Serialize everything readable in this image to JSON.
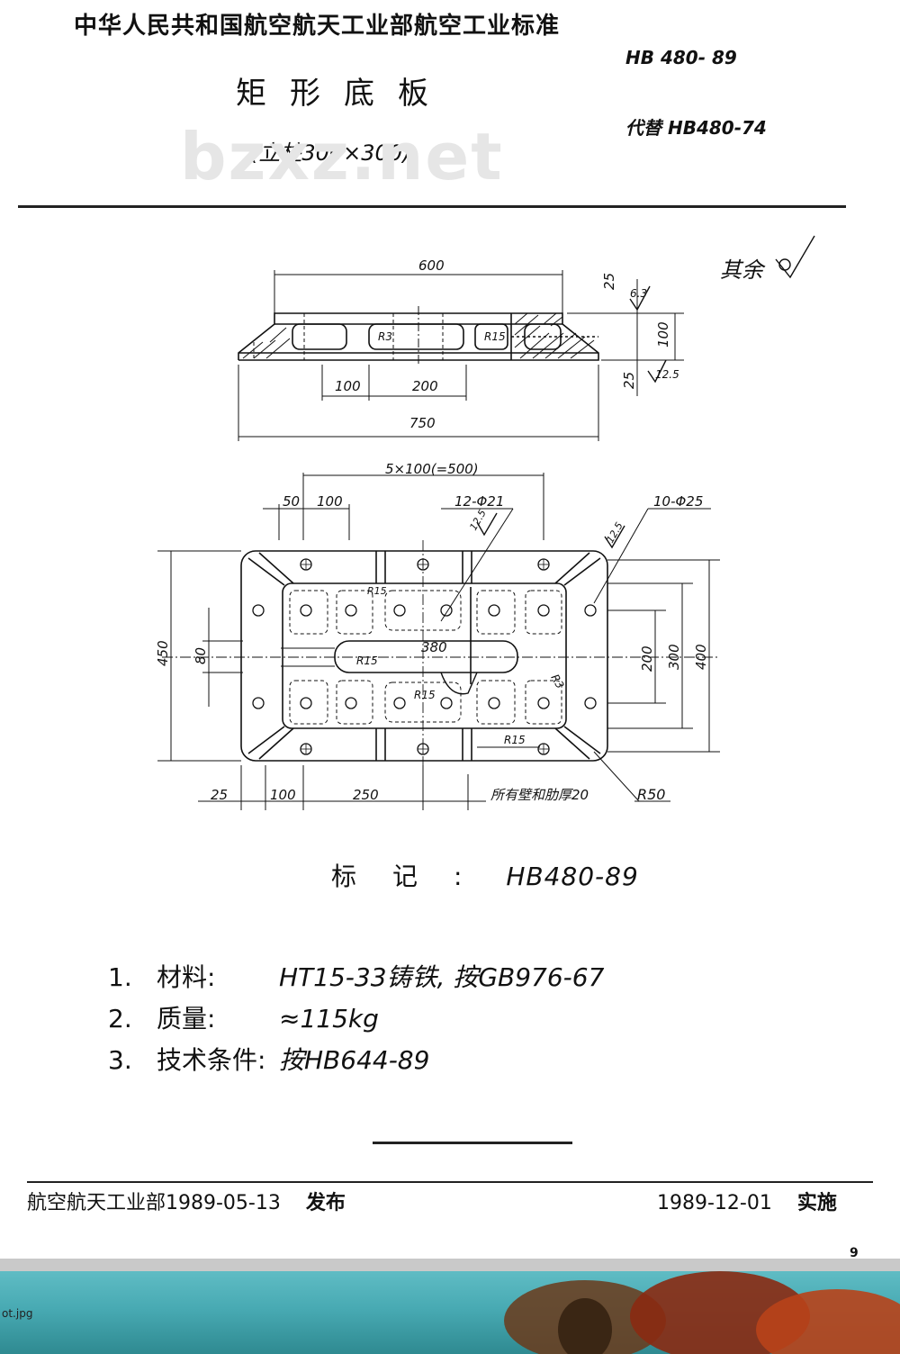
{
  "header": {
    "standard_org": "中华人民共和国航空航天工业部航空工业标准",
    "title": "矩形底板",
    "subtitle": "(立柱300×300)",
    "code": "HB 480- 89",
    "replaces": "代替 HB480-74"
  },
  "watermark": "bzxz.net",
  "drawing": {
    "surface_note": "其余",
    "roughness_top": "6.3",
    "roughness_bottom": "12.5",
    "roughness_hole1": "12.5",
    "roughness_hole2": "12.5",
    "dim_600": "600",
    "dim_750": "750",
    "dim_100a": "100",
    "dim_200a": "200",
    "dim_25a": "25",
    "dim_100v": "100",
    "dim_25b": "25",
    "r15_a": "R15",
    "r15_b": "R15",
    "r15_c": "R15",
    "r15_d": "R15",
    "r15_e": "R15",
    "r3_a": "R3",
    "r3_b": "R3",
    "dim_5x100": "5×100(=500)",
    "dim_50": "50",
    "dim_100b": "100",
    "holes_small": "12-Φ21",
    "holes_large": "10-Φ25",
    "dim_450": "450",
    "dim_80": "80",
    "dim_380": "380",
    "dim_200b": "200",
    "dim_300": "300",
    "dim_400": "400",
    "dim_25c": "25",
    "dim_100c": "100",
    "dim_250": "250",
    "wall_note": "所有壁和肋厚20",
    "r50": "R50"
  },
  "marking": {
    "label": "标记:",
    "value": "HB480-89"
  },
  "notes": [
    {
      "num": "1.",
      "label": "材料:",
      "value": "HT15-33铸铁, 按GB976-67"
    },
    {
      "num": "2.",
      "label": "质量:",
      "value": "≈115kg"
    },
    {
      "num": "3.",
      "label": "技术条件:",
      "value": "按HB644-89"
    }
  ],
  "footer": {
    "issuer_date": "航空航天工业部1989-05-13",
    "publish": "发布",
    "effective_date": "1989-12-01",
    "implement": "实施"
  },
  "page_number": "9",
  "taskbar_filename": "ot.jpg"
}
